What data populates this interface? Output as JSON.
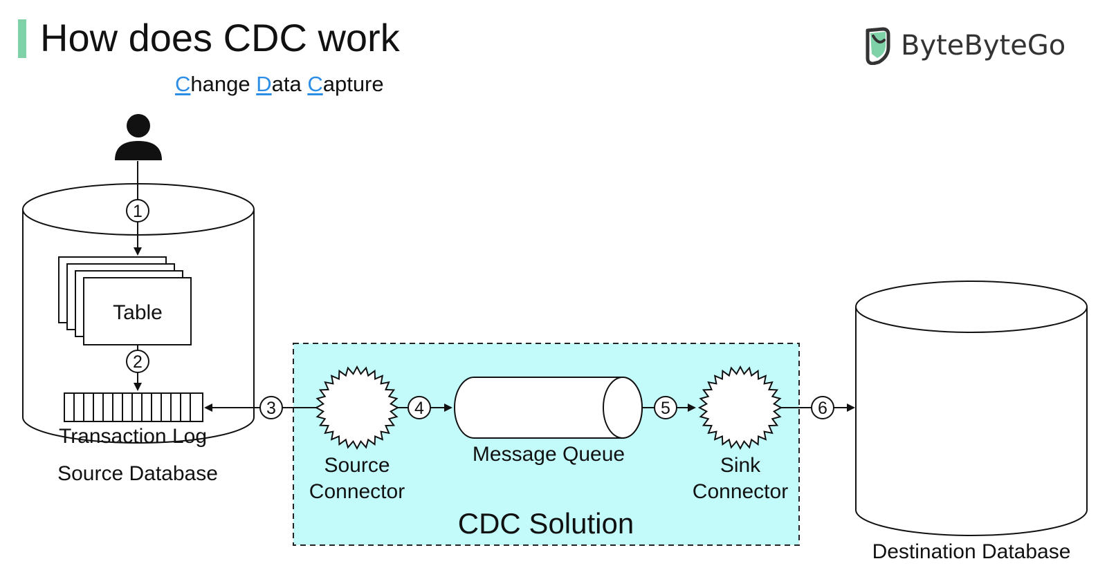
{
  "header": {
    "title": "How does CDC work",
    "subtitle_parts": [
      "C",
      "hange ",
      "D",
      "ata ",
      "C",
      "apture"
    ],
    "accent_color": "#7fd1a8",
    "initial_color": "#2b8de6"
  },
  "logo": {
    "text": "ByteByteGo",
    "icon": "bytebytego-logo-icon"
  },
  "diagram": {
    "user_icon": "person-icon",
    "steps": [
      "1",
      "2",
      "3",
      "4",
      "5",
      "6"
    ],
    "table_label": "Table",
    "transaction_log_label": "Transaction Log",
    "source_db_label": "Source Database",
    "source_connector_label": [
      "Source",
      "Connector"
    ],
    "message_queue_label": "Message Queue",
    "sink_connector_label": [
      "Sink",
      "Connector"
    ],
    "cdc_solution_label": "CDC Solution",
    "destination_db_label": "Destination Database",
    "cdc_box_color": "#c3fbfb"
  }
}
